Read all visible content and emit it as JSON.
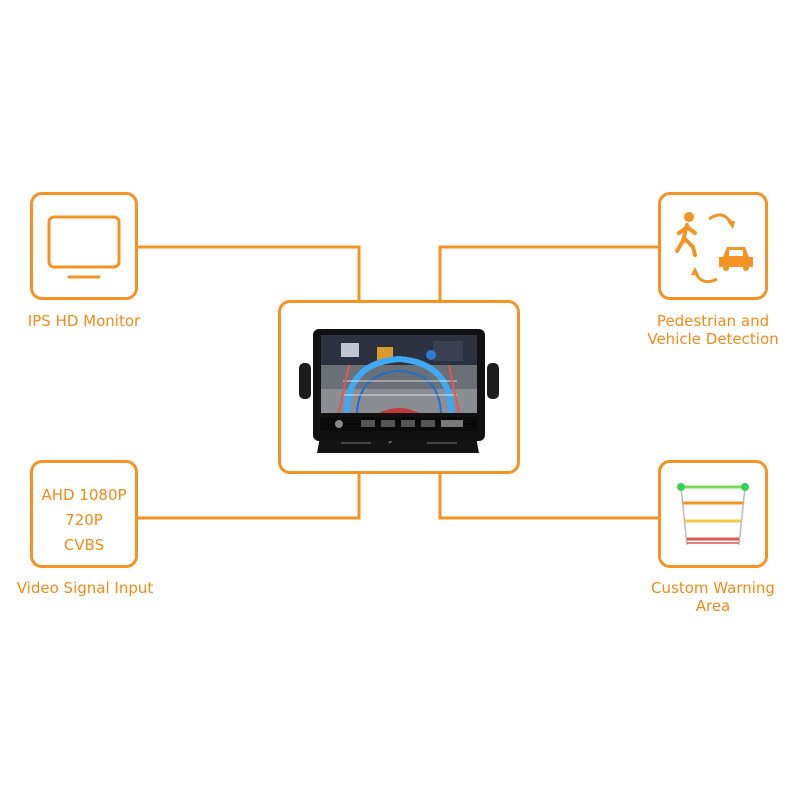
{
  "colors": {
    "accent": "#F39323",
    "text": "#EF8A1C"
  },
  "features": {
    "ips_monitor": {
      "label": "IPS HD Monitor",
      "icon": "monitor-icon"
    },
    "detection": {
      "label_line1": "Pedestrian and",
      "label_line2": "Vehicle Detection",
      "icon": "pedestrian-vehicle-icon"
    },
    "video_input": {
      "label": "Video Signal Input",
      "formats": [
        "AHD 1080P",
        "720P",
        "CVBS"
      ]
    },
    "warning_area": {
      "label_line1": "Custom Warning",
      "label_line2": "Area",
      "icon": "warning-area-icon"
    }
  },
  "product": {
    "name": "monitor-product-image"
  }
}
